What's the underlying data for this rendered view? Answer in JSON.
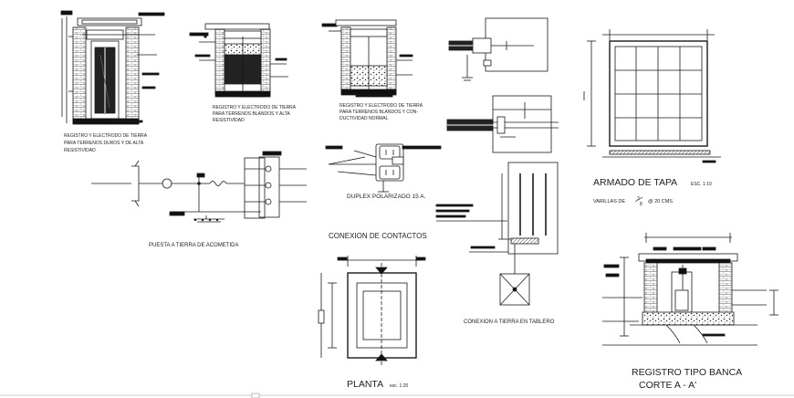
{
  "labels": {
    "reg1_line1": "REGISTRO Y ELECTRODO DE TIERRA",
    "reg1_line2": "PARA TERRENOS DUROS Y DE ALTA",
    "reg1_line3": "RESISTIVIDAD",
    "reg2_line1": "REGISTRO Y ELECTRODO DE TIERRA",
    "reg2_line2": "PARA TERRENOS BLANDOS Y ALTA",
    "reg2_line3": "RESISTIVIDAD",
    "reg3_line1": "REGISTRO Y ELECTRODO DE TIERRA",
    "reg3_line2": "PARA TERRENOS BLANDOS Y CON-",
    "reg3_line3": "DUCTIVIDAD NORMAL",
    "puesta_tierra": "PUESTA A TIERRA DE ACOMETIDA",
    "duplex": "DUPLEX POLARIZADO 15 A.",
    "conexion_contactos": "CONEXION DE CONTACTOS",
    "armado_tapa": "ARMADO DE TAPA",
    "armado_escala": "ESC. 1:10",
    "varillas_prefix": "VARILLAS DE",
    "varillas_frac_num": "3",
    "varillas_frac_den": "8",
    "varillas_suffix": "@ 20 CMS.",
    "conexion_tablero": "CONEXION A TIERRA EN TABLERO",
    "planta": "PLANTA",
    "planta_escala": "esc. 1:20",
    "registro_tipo": "REGISTRO TIPO BANCA",
    "corte": "CORTE     A - A'"
  },
  "colors": {
    "line": "#1a1a1a",
    "fill_dark": "#111111",
    "text": "#222222"
  }
}
